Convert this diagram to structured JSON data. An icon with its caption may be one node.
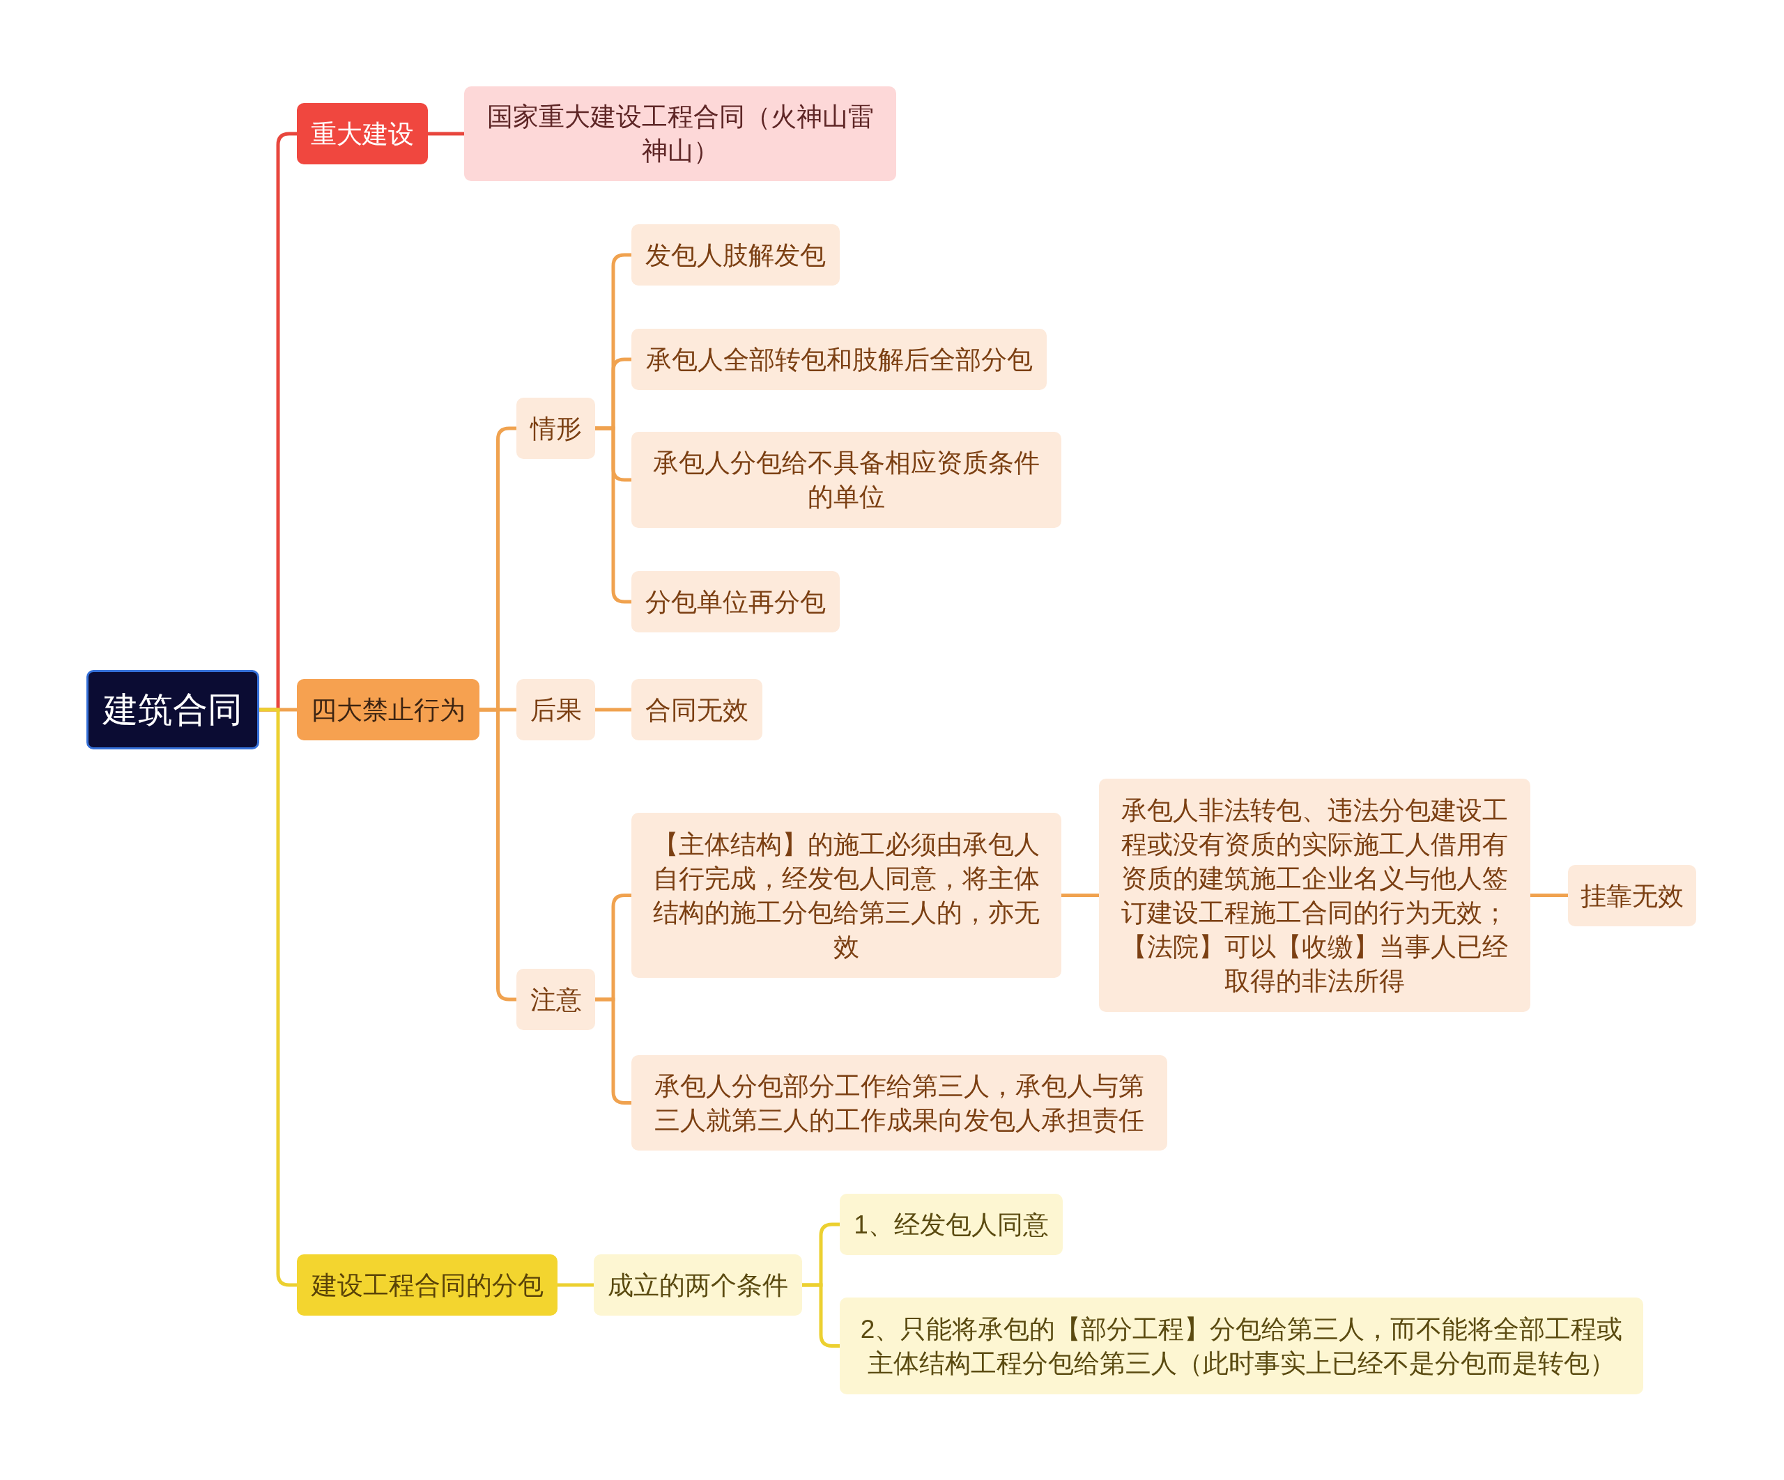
{
  "diagram": {
    "nodes": [
      {
        "text": [
          "建筑合同"
        ]
      },
      {
        "text": [
          "重大建设"
        ]
      },
      {
        "text": [
          "国家重大建设工程合同（火神山雷神山）"
        ]
      },
      {
        "text": [
          "四大禁止行为"
        ]
      },
      {
        "text": [
          "情形"
        ]
      },
      {
        "text": [
          "发包人肢解发包"
        ]
      },
      {
        "text": [
          "承包人全部转包和肢解后全部分包"
        ]
      },
      {
        "text": [
          "承包人分包给不具备相应资质条件的单位"
        ]
      },
      {
        "text": [
          "分包单位再分包"
        ]
      },
      {
        "text": [
          "后果"
        ]
      },
      {
        "text": [
          "合同无效"
        ]
      },
      {
        "text": [
          "注意"
        ]
      },
      {
        "text": [
          "【主体结构】的施工必须由承包人自行完成，经发包人同意，将主体结构的施工分包给第三人的，亦无效"
        ]
      },
      {
        "text": [
          "承包人非法转包、违法分包建设工程或没有资质的实际施工人借用有资质的建筑施工企业名义与他人签订建设工程施工合同的行为无效；【法院】可以【收缴】当事人已经取得的非法所得"
        ]
      },
      {
        "text": [
          "挂靠无效"
        ]
      },
      {
        "text": [
          "承包人分包部分工作给第三人，承包人与第三人就第三人的工作成果向发包人承担责任"
        ]
      },
      {
        "text": [
          "建设工程合同的分包"
        ]
      },
      {
        "text": [
          "成立的两个条件"
        ]
      },
      {
        "text": [
          "1、经发包人同意"
        ]
      },
      {
        "text": [
          "2、只能将承包的【部分工程】分包给第三人，而不能将全部工程或主体结构工程分包给第三人（此时事实上已经不是分包而是转包）"
        ]
      }
    ],
    "edges": [
      {
        "from": 0,
        "to": 1,
        "arrow": "none",
        "color": "#e8463d"
      },
      {
        "from": 1,
        "to": 2,
        "arrow": "none",
        "color": "#e8463d"
      },
      {
        "from": 0,
        "to": 3,
        "arrow": "none"
      },
      {
        "from": 3,
        "to": 4,
        "arrow": "none"
      },
      {
        "from": 4,
        "to": 5,
        "arrow": "none"
      },
      {
        "from": 4,
        "to": 6,
        "arrow": "none"
      },
      {
        "from": 4,
        "to": 7,
        "arrow": "none"
      },
      {
        "from": 4,
        "to": 8,
        "arrow": "none"
      },
      {
        "from": 3,
        "to": 9,
        "arrow": "none"
      },
      {
        "from": 9,
        "to": 10,
        "arrow": "none"
      },
      {
        "from": 3,
        "to": 11,
        "arrow": "none"
      },
      {
        "from": 11,
        "to": 12,
        "arrow": "none"
      },
      {
        "from": 12,
        "to": 13,
        "arrow": "none"
      },
      {
        "from": 13,
        "to": 14,
        "arrow": "none"
      },
      {
        "from": 11,
        "to": 15,
        "arrow": "none"
      },
      {
        "from": 0,
        "to": 16,
        "arrow": "none",
        "color": "#ecd030"
      },
      {
        "from": 16,
        "to": 17,
        "arrow": "none",
        "color": "#ecd030"
      },
      {
        "from": 17,
        "to": 18,
        "arrow": "none",
        "color": "#ecd030"
      },
      {
        "from": 17,
        "to": 19,
        "arrow": "none",
        "color": "#ecd030"
      }
    ]
  }
}
